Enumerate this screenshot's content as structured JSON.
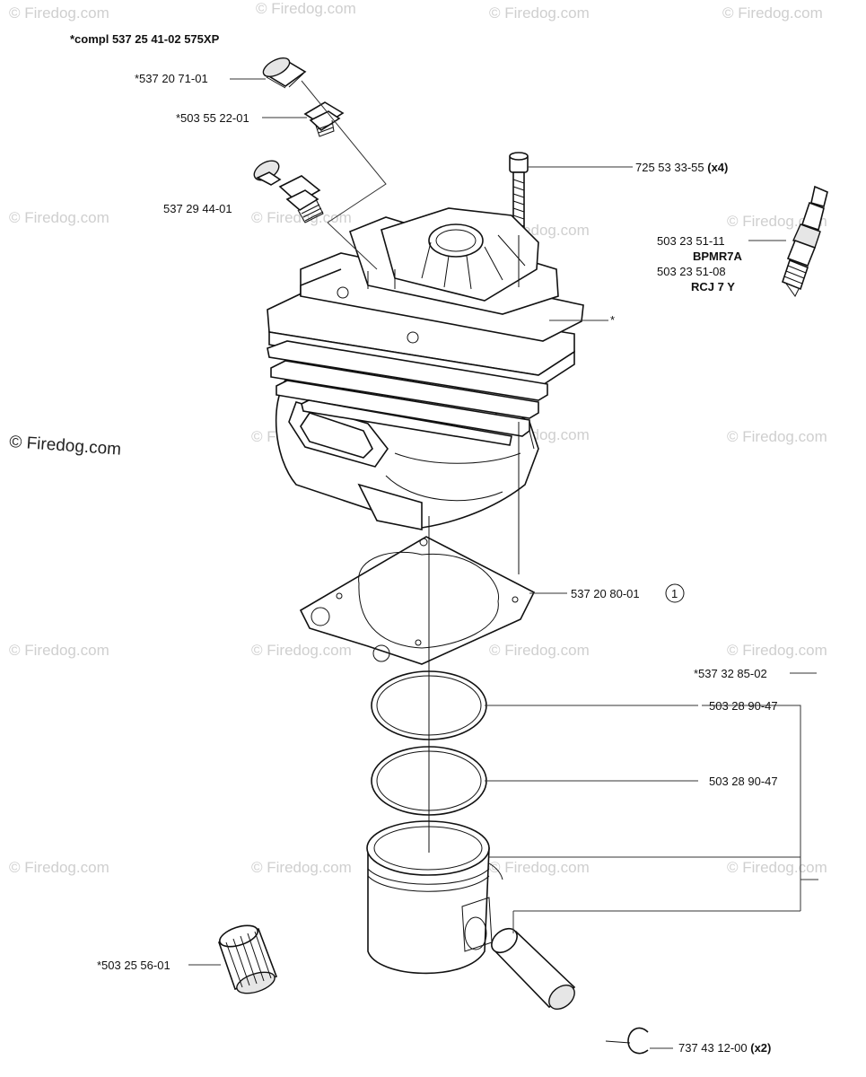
{
  "watermark": "© Firedog.com",
  "labels": {
    "compl_prefix": "*compl 537 25 41-02 ",
    "compl_model": "575XP",
    "valve_cap": "*537 20 71-01",
    "valve_body": "*503 55 22-01",
    "decomp_valve": "537 29 44-01",
    "screw": "725 53 33-55 ",
    "screw_qty": "(x4)",
    "spark_plug_1": "503 23 51-11",
    "spark_plug_1_type": "BPMR7A",
    "spark_plug_2": "503 23 51-08",
    "spark_plug_2_type": "RCJ 7 Y",
    "cylinder_star": "*",
    "gasket": "537 20 80-01",
    "gasket_ref": "1",
    "piston_kit": "*537 32 85-02",
    "ring_1": "503 28 90-47",
    "ring_2": "503 28 90-47",
    "needle_bearing": "*503 25 56-01",
    "circlip": "737 43 12-00 ",
    "circlip_qty": "(x2)"
  }
}
